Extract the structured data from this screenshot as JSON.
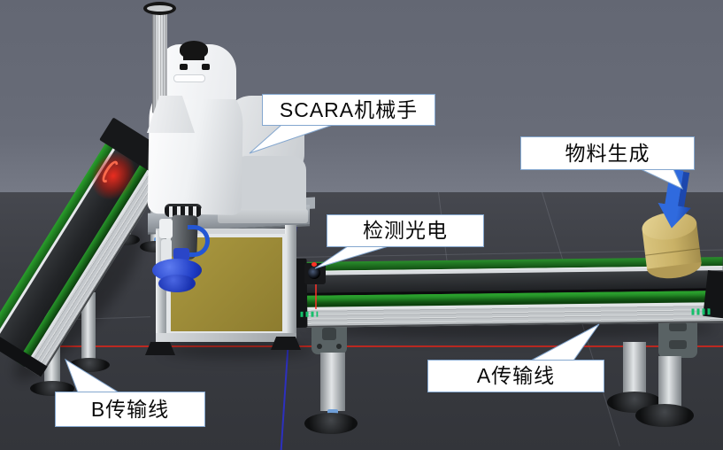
{
  "callouts": {
    "scara": "SCARA机械手",
    "material_spawn": "物料生成",
    "detect_sensor": "检测光电",
    "conveyor_a": "A传输线",
    "conveyor_b": "B传输线"
  },
  "colors": {
    "wall": "#686c78",
    "floor": "#3b3d43",
    "axis_x_red": "#c8281e",
    "axis_z_blue": "#2b2fd6",
    "conveyor_rail_green": "#1d8a1f",
    "belt_dark": "#232528",
    "label_border_blue": "#84a7cf",
    "suction_cup_blue": "#1d3bc4",
    "material_tan": "#c9b166",
    "spawn_arrow_blue": "#2f6ade",
    "sensor_red": "#ff3226",
    "robot_body_white": "#eff1f3",
    "panel_yellow": "#9a8936"
  }
}
